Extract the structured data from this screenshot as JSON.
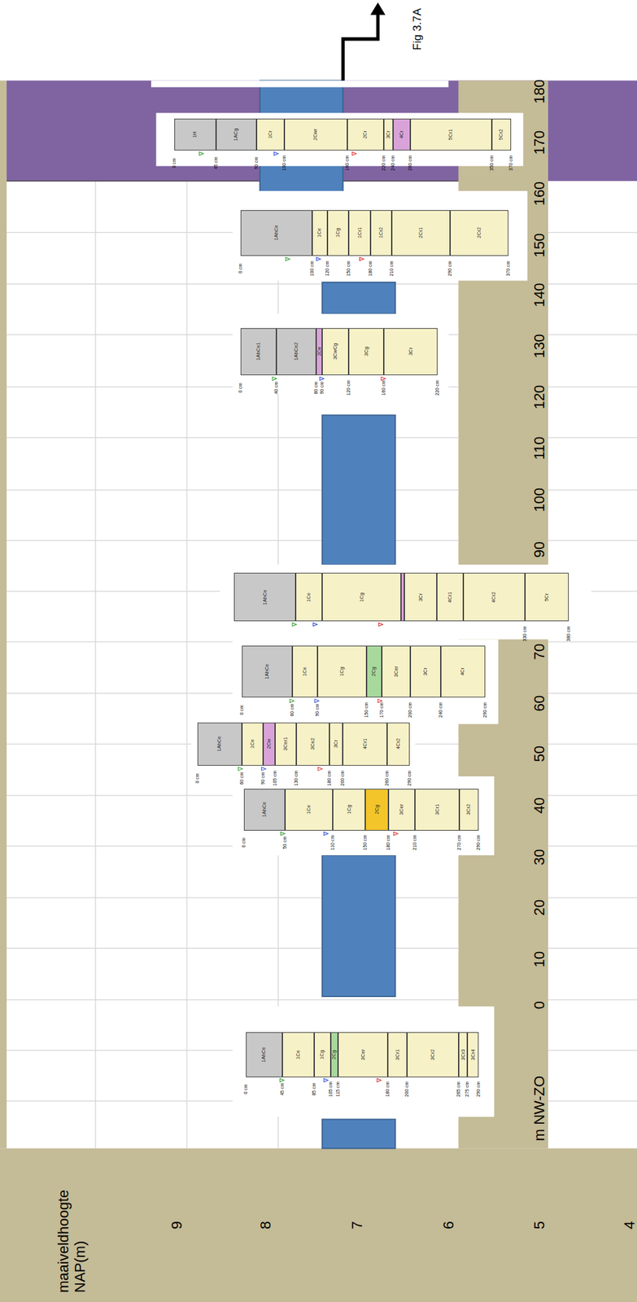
{
  "diagram": {
    "nodes": [
      {
        "text": [
          "1H"
        ]
      },
      {
        "text": [
          "1ACg"
        ]
      },
      {
        "text": [
          "1Cr"
        ]
      },
      {
        "text": [
          "2Cwr"
        ]
      },
      {
        "text": [
          "2Cr"
        ]
      },
      {
        "text": [
          "3Cr"
        ]
      },
      {
        "text": [
          "4Cr"
        ]
      },
      {
        "text": [
          "5Cr1"
        ]
      },
      {
        "text": [
          "5Cr2"
        ]
      },
      {
        "text": [
          "1AhCe"
        ]
      },
      {
        "text": [
          "1Ce"
        ]
      },
      {
        "text": [
          "1Cg"
        ]
      },
      {
        "text": [
          "1Cr1"
        ]
      },
      {
        "text": [
          "1Cr2"
        ]
      },
      {
        "text": [
          "2Cr1"
        ]
      },
      {
        "text": [
          "2Cr2"
        ]
      },
      {
        "text": [
          "1AhCe1"
        ]
      },
      {
        "text": [
          "1AhCe2"
        ]
      },
      {
        "text": [
          "2Cw"
        ]
      },
      {
        "text": [
          "3CwCg"
        ]
      },
      {
        "text": [
          "3Cg"
        ]
      },
      {
        "text": [
          "3Cr"
        ]
      },
      {
        "text": [
          "1AhCe"
        ]
      },
      {
        "text": [
          "1Ce"
        ]
      },
      {
        "text": [
          "1Cg"
        ]
      },
      {
        "text": [
          "3Cr"
        ]
      },
      {
        "text": [
          "4Cr1"
        ]
      },
      {
        "text": [
          "4Cr2"
        ]
      },
      {
        "text": [
          "5Cr"
        ]
      },
      {
        "text": [
          "1AhCe"
        ]
      },
      {
        "text": [
          "1Ce"
        ]
      },
      {
        "text": [
          "1Cg"
        ]
      },
      {
        "text": [
          "2Cg"
        ]
      },
      {
        "text": [
          "3Cer"
        ]
      },
      {
        "text": [
          "3Cr"
        ]
      },
      {
        "text": [
          "4Cr"
        ]
      },
      {
        "text": [
          "1AhCe"
        ]
      },
      {
        "text": [
          "1Ce"
        ]
      },
      {
        "text": [
          "2Cw"
        ]
      },
      {
        "text": [
          "3Cer1"
        ]
      },
      {
        "text": [
          "3Ce2"
        ]
      },
      {
        "text": [
          "3Cr"
        ]
      },
      {
        "text": [
          "4Cr1"
        ]
      },
      {
        "text": [
          "4Cr2"
        ]
      },
      {
        "text": [
          "1AhCe"
        ]
      },
      {
        "text": [
          "1Ce"
        ]
      },
      {
        "text": [
          "1Cg"
        ]
      },
      {
        "text": [
          "2Cg"
        ]
      },
      {
        "text": [
          "3Cer"
        ]
      },
      {
        "text": [
          "3Cr1"
        ]
      },
      {
        "text": [
          "3Cr2"
        ]
      },
      {
        "text": [
          "1AhCe"
        ]
      },
      {
        "text": [
          "1Ce"
        ]
      },
      {
        "text": [
          "1Cg"
        ]
      },
      {
        "text": [
          "2Cg"
        ]
      },
      {
        "text": [
          "3Cer"
        ]
      },
      {
        "text": [
          "3Cr1"
        ]
      },
      {
        "text": [
          "3Cr2"
        ]
      },
      {
        "text": [
          "3Cr3"
        ]
      },
      {
        "text": [
          "3Cr4"
        ]
      }
    ],
    "labels": [
      "Fig 3.7A",
      "180",
      "170",
      "160",
      "150",
      "140",
      "130",
      "120",
      "110",
      "100",
      "90",
      "70",
      "60",
      "50",
      "40",
      "30",
      "20",
      "10",
      "0",
      "m NW-ZO",
      "0 cm",
      "45 cm",
      "90 cm",
      "100 cm",
      "160 cm",
      "220 cm",
      "240 cm",
      "260 cm",
      "350 cm",
      "370 cm",
      "0 cm",
      "100 cm",
      "120 cm",
      "150 cm",
      "180 cm",
      "210 cm",
      "290 cm",
      "370 cm",
      "0 cm",
      "40 cm",
      "80 cm",
      "90 cm",
      "120 cm",
      "160 cm",
      "220 cm",
      "330 cm",
      "380 cm",
      "0 cm",
      "60 cm",
      "90 cm",
      "150 cm",
      "170 cm",
      "200 cm",
      "240 cm",
      "290 cm",
      "0 cm",
      "60 cm",
      "90 cm",
      "105 cm",
      "130 cm",
      "180 cm",
      "200 cm",
      "260 cm",
      "290 cm",
      "0 cm",
      "50 cm",
      "110 cm",
      "150 cm",
      "180 cm",
      "210 cm",
      "270 cm",
      "290 cm",
      "0 cm",
      "45 cm",
      "85 cm",
      "105 cm",
      "115 cm",
      "180 cm",
      "200 cm",
      "265 cm",
      "275 cm",
      "290 cm",
      "maaiveldhoogte NAP(m)",
      "9",
      "8",
      "7",
      "6",
      "5",
      "4"
    ]
  }
}
